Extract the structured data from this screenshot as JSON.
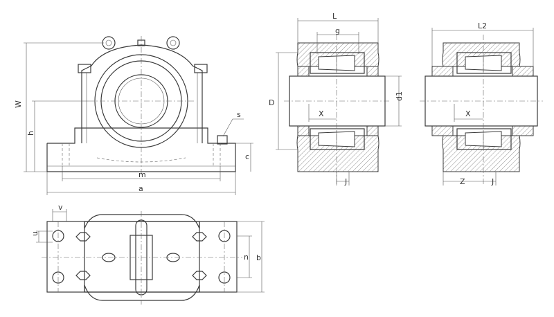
{
  "dimension_labels": {
    "W": "W",
    "h": "h",
    "m": "m",
    "a": "a",
    "s": "s",
    "c": "c",
    "v": "v",
    "u": "u",
    "n": "n",
    "b": "b",
    "L": "L",
    "g": "g",
    "D": "D",
    "d1": "d1",
    "X": "X",
    "J": "J",
    "L2": "L2",
    "Z": "Z"
  },
  "colors": {
    "line": "#3a3a3a",
    "hatch": "#777777",
    "background": "#ffffff"
  }
}
